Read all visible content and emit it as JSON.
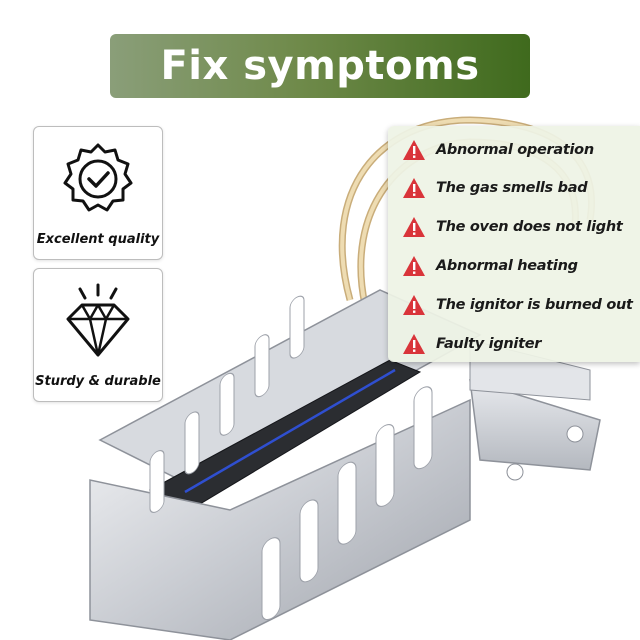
{
  "banner": {
    "title": "Fix symptoms"
  },
  "features": [
    {
      "label": "Excellent quality",
      "icon": "quality-badge-icon"
    },
    {
      "label": "Sturdy & durable",
      "icon": "diamond-icon"
    }
  ],
  "symptoms": [
    {
      "text": "Abnormal operation",
      "icon": "warning-icon"
    },
    {
      "text": "The gas smells bad",
      "icon": "warning-icon"
    },
    {
      "text": "The oven does not light",
      "icon": "warning-icon"
    },
    {
      "text": "Abnormal heating",
      "icon": "warning-icon"
    },
    {
      "text": "The ignitor is burned out",
      "icon": "warning-icon"
    },
    {
      "text": "Faulty igniter",
      "icon": "warning-icon"
    }
  ],
  "colors": {
    "banner_start": "#8a9e79",
    "banner_end": "#3f6a1d",
    "warning": "#d9343a",
    "panel": "#eef3e5"
  }
}
